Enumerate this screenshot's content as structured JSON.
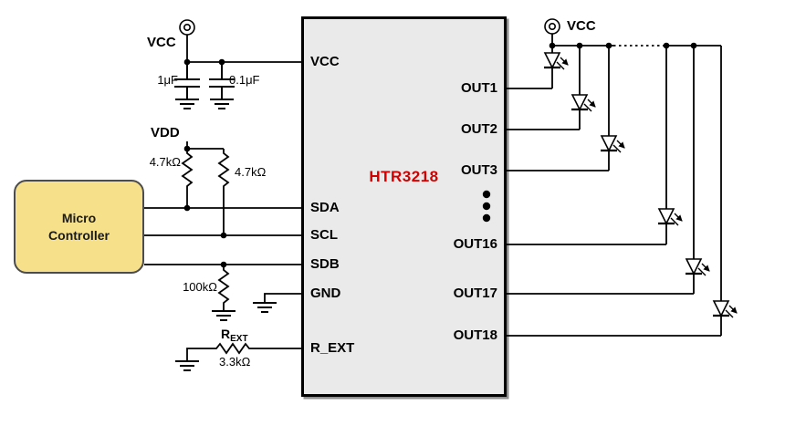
{
  "schematic": {
    "ic": {
      "name": "HTR3218",
      "name_color": "#d40000",
      "left_pins": [
        "VCC",
        "SDA",
        "SCL",
        "SDB",
        "GND",
        "R_EXT"
      ],
      "right_pins": [
        "OUT1",
        "OUT2",
        "OUT3",
        "OUT16",
        "OUT17",
        "OUT18"
      ]
    },
    "mcu": {
      "line1": "Micro",
      "line2": "Controller",
      "fill": "#f6e08a"
    },
    "power": {
      "vcc_left": "VCC",
      "vdd": "VDD",
      "vcc_right": "VCC"
    },
    "components": {
      "cap_bulk": "1μF",
      "cap_bypass": "0.1μF",
      "pullup_sda": "4.7kΩ",
      "pullup_scl": "4.7kΩ",
      "pulldown_sdb": "100kΩ",
      "rext_name": "R",
      "rext_sub": "EXT",
      "rext_value": "3.3kΩ"
    }
  }
}
